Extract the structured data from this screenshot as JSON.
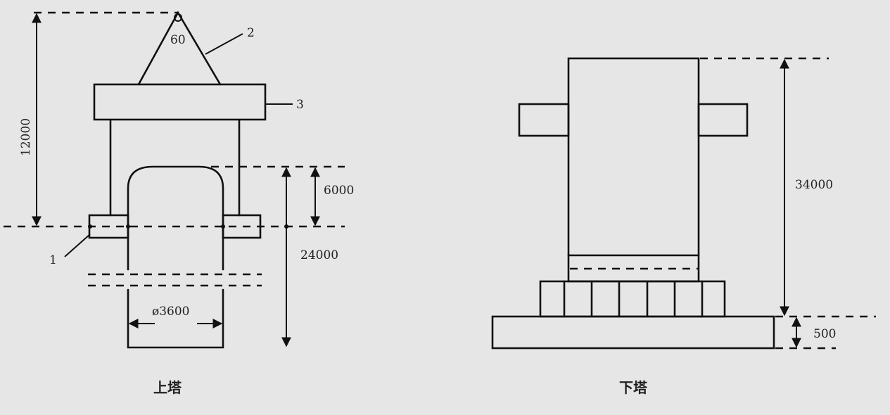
{
  "upper_tower": {
    "caption": "上塔",
    "angle_label": "60",
    "callouts": [
      "1",
      "2",
      "3"
    ],
    "dimensions": {
      "height_total": "12000",
      "dome_height": "6000",
      "shaft_height": "24000",
      "diameter": "ø3600"
    }
  },
  "lower_tower": {
    "caption": "下塔",
    "dimensions": {
      "height": "34000",
      "base_thickness": "500"
    }
  }
}
